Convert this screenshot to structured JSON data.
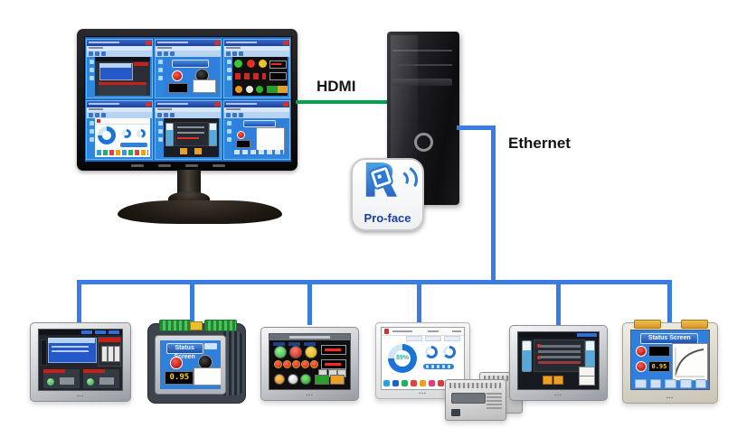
{
  "labels": {
    "hdmi": "HDMI",
    "ethernet": "Ethernet"
  },
  "logo": {
    "letter": "R",
    "text": "Pro-face"
  },
  "colors": {
    "hdmi_line": "#00a24d",
    "ethernet_line": "#3a7de2",
    "monitor_desktop": "#1570cf",
    "logo_blue": "#1b50b8"
  },
  "monitor": {
    "windows": [
      {
        "screen": "plant-alarm-viewer"
      },
      {
        "screen": "status-gauges-viewer"
      },
      {
        "screen": "operator-buttons-viewer"
      },
      {
        "screen": "analytics-dashboard-viewer"
      },
      {
        "screen": "plant-equipment-viewer"
      },
      {
        "screen": "status-trend-viewer"
      }
    ]
  },
  "devices": [
    {
      "name": "hmi-touch-panel",
      "screen": "plant-alarm"
    },
    {
      "name": "compact-hmi-controller",
      "screen_title": "Status Screen",
      "value": "0.95"
    },
    {
      "name": "hmi-touch-panel",
      "screen": "operator-buttons"
    },
    {
      "name": "modern-hmi-panel",
      "screen": "analytics-dashboard",
      "value": "89%"
    },
    {
      "name": "remote-io-module"
    },
    {
      "name": "hmi-touch-panel",
      "screen": "plant-equipment"
    },
    {
      "name": "hmi-touch-panel",
      "screen_title": "Status Screen",
      "value": "0.95"
    }
  ]
}
